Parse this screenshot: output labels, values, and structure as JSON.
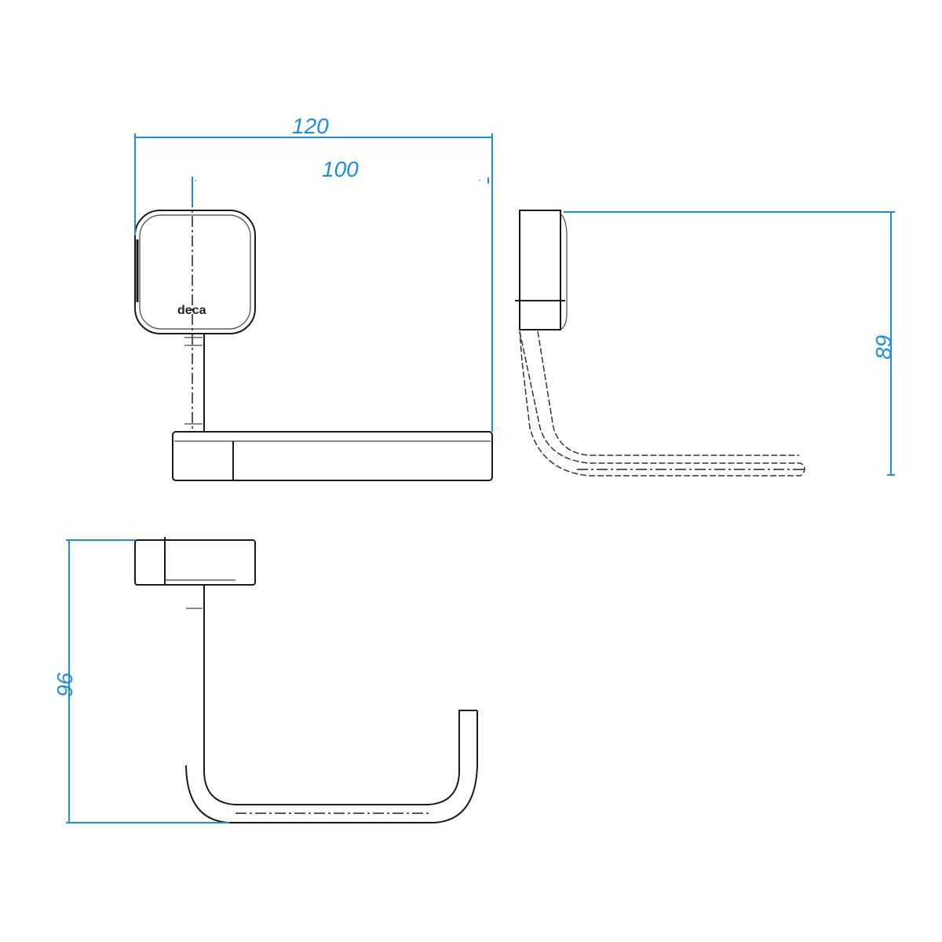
{
  "dimensions": {
    "width_total": "120",
    "width_centers": "100",
    "side_height": "89",
    "bottom_depth": "96"
  },
  "logo_text": "deca",
  "colors": {
    "dimension": "#1e8fe0",
    "line": "#1a1a1a"
  }
}
